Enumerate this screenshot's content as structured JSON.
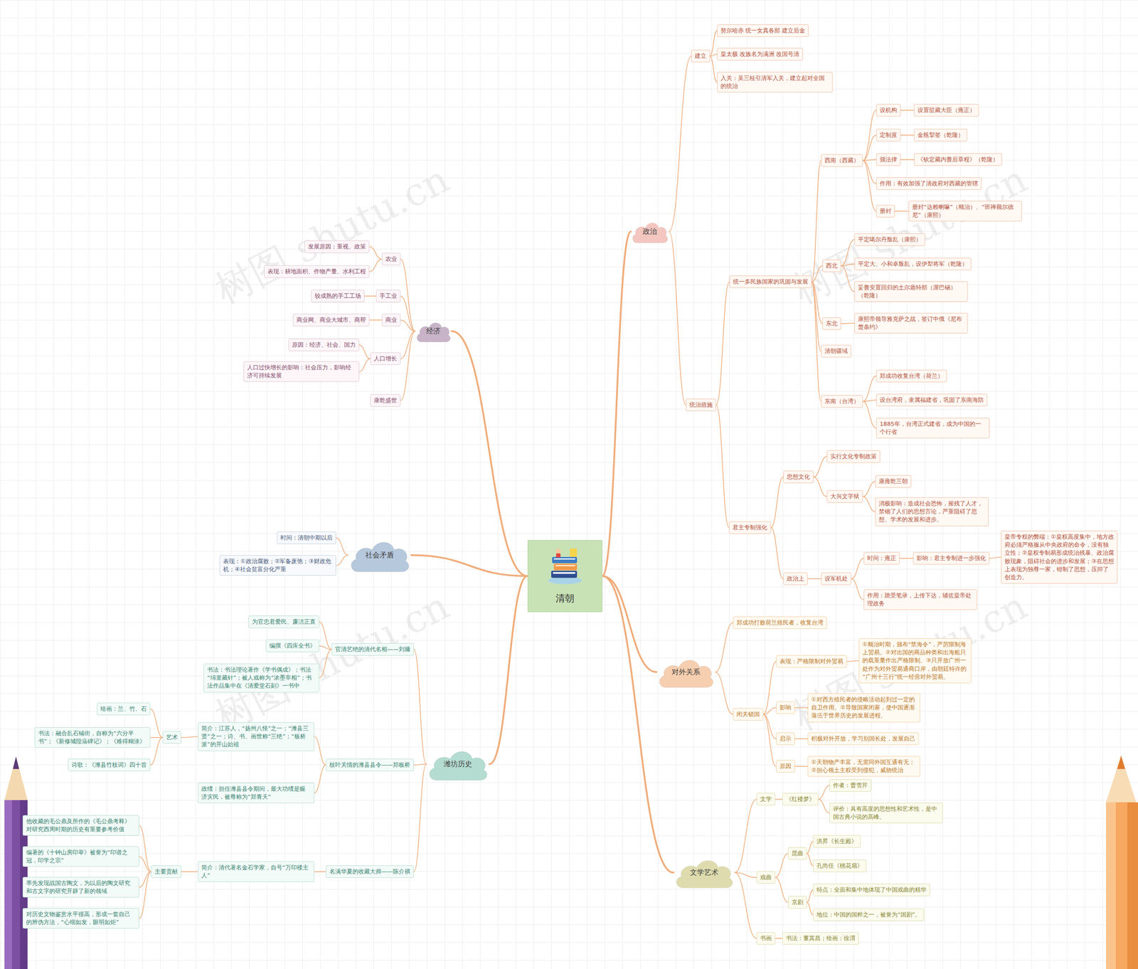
{
  "diagram": {
    "nodes": [
      {
        "text": [
          "清朝"
        ]
      },
      {
        "text": [
          "政治"
        ]
      },
      {
        "text": [
          "建立"
        ]
      },
      {
        "text": [
          "努尔哈赤 统一女真各部 建立后金"
        ]
      },
      {
        "text": [
          "皇太极 改族名为满洲 改国号清"
        ]
      },
      {
        "text": [
          "入关：吴三桂引清军入关，建立起对全国的统治"
        ]
      },
      {
        "text": [
          "统治措施"
        ]
      },
      {
        "text": [
          "统一多民族国家的巩固与发展"
        ]
      },
      {
        "text": [
          "西南（西藏）"
        ]
      },
      {
        "text": [
          "设机构"
        ]
      },
      {
        "text": [
          "设置驻藏大臣（雍正）"
        ]
      },
      {
        "text": [
          "定制度"
        ]
      },
      {
        "text": [
          "金瓶掣签（乾隆）"
        ]
      },
      {
        "text": [
          "颁法律"
        ]
      },
      {
        "text": [
          "《钦定藏内善后章程》（乾隆）"
        ]
      },
      {
        "text": [
          "作用：有效加强了清政府对西藏的管辖"
        ]
      },
      {
        "text": [
          "册封"
        ]
      },
      {
        "text": [
          "册封“达赖喇嘛”（顺治）、“班禅额尔德尼”（康熙）"
        ]
      },
      {
        "text": [
          "西北"
        ]
      },
      {
        "text": [
          "平定噶尔丹叛乱（康熙）"
        ]
      },
      {
        "text": [
          "平定大、小和卓叛乱，设伊犁将军（乾隆）"
        ]
      },
      {
        "text": [
          "妥善安置回归的土尔扈特部（渥巴锡）（乾隆）"
        ]
      },
      {
        "text": [
          "东北"
        ]
      },
      {
        "text": [
          "康熙帝领导雅克萨之战，签订中俄《尼布楚条约》"
        ]
      },
      {
        "text": [
          "清朝疆域"
        ]
      },
      {
        "text": [
          "东南（台湾）"
        ]
      },
      {
        "text": [
          "郑成功收复台湾（荷兰）"
        ]
      },
      {
        "text": [
          "设台湾府，隶属福建省，巩固了东南海防"
        ]
      },
      {
        "text": [
          "1885年，台湾正式建省，成为中国的一个行省"
        ]
      },
      {
        "text": [
          "君主专制强化"
        ]
      },
      {
        "text": [
          "思想文化"
        ]
      },
      {
        "text": [
          "实行文化专制政策"
        ]
      },
      {
        "text": [
          "大兴文字狱"
        ]
      },
      {
        "text": [
          "康雍乾三朝"
        ]
      },
      {
        "text": [
          "消极影响：造成社会恐怖，摧残了人才，禁锢了人们的思想言论，严重阻碍了思想、学术的发展和进步。"
        ]
      },
      {
        "text": [
          "政治上"
        ]
      },
      {
        "text": [
          "设军机处"
        ]
      },
      {
        "text": [
          "时间：雍正"
        ]
      },
      {
        "text": [
          "影响：君主专制进一步强化"
        ]
      },
      {
        "text": [
          "皇帝专权的弊端：①皇权高度集中，地方政府必须严格服从中央政府的命令，没有独立性；②皇权专制易形成统治残暴、政治腐败现象，阻碍社会的进步和发展；③在思想上表现为独尊一家，钳制了思想，压抑了创造力。"
        ]
      },
      {
        "text": [
          "作用：跪受笔录，上传下达，辅佐皇帝处理政务"
        ]
      },
      {
        "text": [
          "对外关系"
        ]
      },
      {
        "text": [
          "郑成功打败荷兰殖民者，收复台湾"
        ]
      },
      {
        "text": [
          "闭关锁国"
        ]
      },
      {
        "text": [
          "表现：严格限制对外贸易"
        ]
      },
      {
        "text": [
          "①顺治时期，颁布“禁海令”，严厉限制海上贸易。②对出国的商品种类和出海船只的载重量作出严格限制。③只开放广州一处作为对外贸易通商口岸，由朝廷特许的“广州十三行”统一经营对外贸易。"
        ]
      },
      {
        "text": [
          "影响"
        ]
      },
      {
        "text": [
          "①对西方殖民者的侵略活动起到过一定的自卫作用。②导致国家闭塞，使中国逐渐落伍于世界历史的发展进程。"
        ]
      },
      {
        "text": [
          "启示"
        ]
      },
      {
        "text": [
          "积极对外开放，学习别国长处，发展自己"
        ]
      },
      {
        "text": [
          "原因"
        ]
      },
      {
        "text": [
          "①天朝物产丰富，无需同外国互通有无；②担心领土主权受到侵犯，威胁统治"
        ]
      },
      {
        "text": [
          "文学艺术"
        ]
      },
      {
        "text": [
          "文学"
        ]
      },
      {
        "text": [
          "《红楼梦》"
        ]
      },
      {
        "text": [
          "作者：曹雪芹"
        ]
      },
      {
        "text": [
          "评价：具有高度的思想性和艺术性，是中国古典小说的高峰。"
        ]
      },
      {
        "text": [
          "戏曲"
        ]
      },
      {
        "text": [
          "昆曲"
        ]
      },
      {
        "text": [
          "洪昇《长生殿》"
        ]
      },
      {
        "text": [
          "孔尚任《桃花扇》"
        ]
      },
      {
        "text": [
          "京剧"
        ]
      },
      {
        "text": [
          "特点：全面和集中地体现了中国戏曲的精华"
        ]
      },
      {
        "text": [
          "地位：中国的国粹之一，被誉为“国剧”。"
        ]
      },
      {
        "text": [
          "书画"
        ]
      },
      {
        "text": [
          "书法：董其昌；绘画：徐渭"
        ]
      },
      {
        "text": [
          "经济"
        ]
      },
      {
        "text": [
          "农业"
        ]
      },
      {
        "text": [
          "发展原因：重视、政策"
        ]
      },
      {
        "text": [
          "表现：耕地面积、作物产量、水利工程"
        ]
      },
      {
        "text": [
          "手工业"
        ]
      },
      {
        "text": [
          "较成熟的手工工场"
        ]
      },
      {
        "text": [
          "商业"
        ]
      },
      {
        "text": [
          "商业网、商业大城市、商帮"
        ]
      },
      {
        "text": [
          "人口增长"
        ]
      },
      {
        "text": [
          "原因：经济、社会、国力"
        ]
      },
      {
        "text": [
          "人口过快增长的影响：社会压力，影响经济可持续发展"
        ]
      },
      {
        "text": [
          "康乾盛世"
        ]
      },
      {
        "text": [
          "社会矛盾"
        ]
      },
      {
        "text": [
          "时间：清朝中期以后"
        ]
      },
      {
        "text": [
          "表现：①政治腐败；②军备废弛；③财政危机；④社会贫富分化严重"
        ]
      },
      {
        "text": [
          "潍坊历史"
        ]
      },
      {
        "text": [
          "官清艺绝的清代名相——刘墉"
        ]
      },
      {
        "text": [
          "为官忠君爱民、廉洁正直"
        ]
      },
      {
        "text": [
          "编撰《四库全书》"
        ]
      },
      {
        "text": [
          "书法：书法理论著作《学书偶成》；书法“绵里藏针”；被人戏称为“浓墨宰相”；书法作品集中在《清爱堂石刻》一书中"
        ]
      },
      {
        "text": [
          "枝叶关情的潍县县令——郑板桥"
        ]
      },
      {
        "text": [
          "简介：江苏人，“扬州八怪”之一；“潍县三贤”之一；诗、书、画世称“三绝”；“板桥派”的开山始祖"
        ]
      },
      {
        "text": [
          "艺术"
        ]
      },
      {
        "text": [
          "绘画：兰、竹、石"
        ]
      },
      {
        "text": [
          "书法：融合乱石铺街，自称为“六分半书”；《新修城隍庙碑记》；《难得糊涂》"
        ]
      },
      {
        "text": [
          "诗歌：《潍县竹枝词》四十首"
        ]
      },
      {
        "text": [
          "政绩：担任潍县县令期间，最大功绩是赈济灾民，被尊称为“郑青天”"
        ]
      },
      {
        "text": [
          "名满华夏的收藏大师——陈介祺"
        ]
      },
      {
        "text": [
          "简介：清代著名金石学家，自号“万印楼主人”"
        ]
      },
      {
        "text": [
          "主要贡献"
        ]
      },
      {
        "text": [
          "他收藏的毛公鼎及所作的《毛公鼎考释》对研究西周时期的历史有重要参考价值"
        ]
      },
      {
        "text": [
          "编著的《十钟山房印举》被誉为“印谱之冠，印学之宗”"
        ]
      },
      {
        "text": [
          "率先发现战国古陶文，为以后的陶文研究和古文字的研究开辟了新的领域"
        ]
      },
      {
        "text": [
          "对历史文物鉴赏水平很高，形成一套自己的辨伪方法，“心细如发，眼明如炬”"
        ]
      }
    ],
    "edges": [
      {
        "from": 0,
        "to": 1,
        "arrow": "none"
      },
      {
        "from": 1,
        "to": 2,
        "arrow": "none"
      },
      {
        "from": 2,
        "to": 3,
        "arrow": "none"
      },
      {
        "from": 2,
        "to": 4,
        "arrow": "none"
      },
      {
        "from": 2,
        "to": 5,
        "arrow": "none"
      },
      {
        "from": 1,
        "to": 6,
        "arrow": "none"
      },
      {
        "from": 6,
        "to": 7,
        "arrow": "none"
      },
      {
        "from": 7,
        "to": 8,
        "arrow": "none"
      },
      {
        "from": 8,
        "to": 9,
        "arrow": "none"
      },
      {
        "from": 9,
        "to": 10,
        "arrow": "none"
      },
      {
        "from": 8,
        "to": 11,
        "arrow": "none"
      },
      {
        "from": 11,
        "to": 12,
        "arrow": "none"
      },
      {
        "from": 8,
        "to": 13,
        "arrow": "none"
      },
      {
        "from": 13,
        "to": 14,
        "arrow": "none"
      },
      {
        "from": 8,
        "to": 15,
        "arrow": "none"
      },
      {
        "from": 8,
        "to": 16,
        "arrow": "none"
      },
      {
        "from": 16,
        "to": 17,
        "arrow": "none"
      },
      {
        "from": 7,
        "to": 18,
        "arrow": "none"
      },
      {
        "from": 18,
        "to": 19,
        "arrow": "none"
      },
      {
        "from": 18,
        "to": 20,
        "arrow": "none"
      },
      {
        "from": 18,
        "to": 21,
        "arrow": "none"
      },
      {
        "from": 7,
        "to": 22,
        "arrow": "none"
      },
      {
        "from": 22,
        "to": 23,
        "arrow": "none"
      },
      {
        "from": 7,
        "to": 24,
        "arrow": "none"
      },
      {
        "from": 7,
        "to": 25,
        "arrow": "none"
      },
      {
        "from": 25,
        "to": 26,
        "arrow": "none"
      },
      {
        "from": 25,
        "to": 27,
        "arrow": "none"
      },
      {
        "from": 25,
        "to": 28,
        "arrow": "none"
      },
      {
        "from": 6,
        "to": 29,
        "arrow": "none"
      },
      {
        "from": 29,
        "to": 30,
        "arrow": "none"
      },
      {
        "from": 30,
        "to": 31,
        "arrow": "none"
      },
      {
        "from": 30,
        "to": 32,
        "arrow": "none"
      },
      {
        "from": 32,
        "to": 33,
        "arrow": "none"
      },
      {
        "from": 32,
        "to": 34,
        "arrow": "none"
      },
      {
        "from": 29,
        "to": 35,
        "arrow": "none"
      },
      {
        "from": 35,
        "to": 36,
        "arrow": "none"
      },
      {
        "from": 36,
        "to": 37,
        "arrow": "none"
      },
      {
        "from": 37,
        "to": 38,
        "arrow": "none"
      },
      {
        "from": 38,
        "to": 39,
        "arrow": "none"
      },
      {
        "from": 36,
        "to": 40,
        "arrow": "none"
      },
      {
        "from": 0,
        "to": 41,
        "arrow": "none"
      },
      {
        "from": 41,
        "to": 42,
        "arrow": "none"
      },
      {
        "from": 41,
        "to": 43,
        "arrow": "none"
      },
      {
        "from": 43,
        "to": 44,
        "arrow": "none"
      },
      {
        "from": 44,
        "to": 45,
        "arrow": "none"
      },
      {
        "from": 43,
        "to": 46,
        "arrow": "none"
      },
      {
        "from": 46,
        "to": 47,
        "arrow": "none"
      },
      {
        "from": 43,
        "to": 48,
        "arrow": "none"
      },
      {
        "from": 48,
        "to": 49,
        "arrow": "none"
      },
      {
        "from": 43,
        "to": 50,
        "arrow": "none"
      },
      {
        "from": 50,
        "to": 51,
        "arrow": "none"
      },
      {
        "from": 0,
        "to": 52,
        "arrow": "none"
      },
      {
        "from": 52,
        "to": 53,
        "arrow": "none"
      },
      {
        "from": 53,
        "to": 54,
        "arrow": "none"
      },
      {
        "from": 54,
        "to": 55,
        "arrow": "none"
      },
      {
        "from": 54,
        "to": 56,
        "arrow": "none"
      },
      {
        "from": 52,
        "to": 57,
        "arrow": "none"
      },
      {
        "from": 57,
        "to": 58,
        "arrow": "none"
      },
      {
        "from": 58,
        "to": 59,
        "arrow": "none"
      },
      {
        "from": 58,
        "to": 60,
        "arrow": "none"
      },
      {
        "from": 57,
        "to": 61,
        "arrow": "none"
      },
      {
        "from": 61,
        "to": 62,
        "arrow": "none"
      },
      {
        "from": 61,
        "to": 63,
        "arrow": "none"
      },
      {
        "from": 52,
        "to": 64,
        "arrow": "none"
      },
      {
        "from": 64,
        "to": 65,
        "arrow": "none"
      },
      {
        "from": 0,
        "to": 66,
        "arrow": "none"
      },
      {
        "from": 66,
        "to": 67,
        "arrow": "none"
      },
      {
        "from": 67,
        "to": 68,
        "arrow": "none"
      },
      {
        "from": 67,
        "to": 69,
        "arrow": "none"
      },
      {
        "from": 66,
        "to": 70,
        "arrow": "none"
      },
      {
        "from": 70,
        "to": 71,
        "arrow": "none"
      },
      {
        "from": 66,
        "to": 72,
        "arrow": "none"
      },
      {
        "from": 72,
        "to": 73,
        "arrow": "none"
      },
      {
        "from": 66,
        "to": 74,
        "arrow": "none"
      },
      {
        "from": 74,
        "to": 75,
        "arrow": "none"
      },
      {
        "from": 74,
        "to": 76,
        "arrow": "none"
      },
      {
        "from": 66,
        "to": 77,
        "arrow": "none"
      },
      {
        "from": 0,
        "to": 78,
        "arrow": "none"
      },
      {
        "from": 78,
        "to": 79,
        "arrow": "none"
      },
      {
        "from": 78,
        "to": 80,
        "arrow": "none"
      },
      {
        "from": 0,
        "to": 81,
        "arrow": "none"
      },
      {
        "from": 81,
        "to": 82,
        "arrow": "none"
      },
      {
        "from": 82,
        "to": 83,
        "arrow": "none"
      },
      {
        "from": 82,
        "to": 84,
        "arrow": "none"
      },
      {
        "from": 82,
        "to": 85,
        "arrow": "none"
      },
      {
        "from": 81,
        "to": 86,
        "arrow": "none"
      },
      {
        "from": 86,
        "to": 87,
        "arrow": "none"
      },
      {
        "from": 87,
        "to": 88,
        "arrow": "none"
      },
      {
        "from": 88,
        "to": 89,
        "arrow": "none"
      },
      {
        "from": 88,
        "to": 90,
        "arrow": "none"
      },
      {
        "from": 88,
        "to": 91,
        "arrow": "none"
      },
      {
        "from": 86,
        "to": 92,
        "arrow": "none"
      },
      {
        "from": 81,
        "to": 93,
        "arrow": "none"
      },
      {
        "from": 93,
        "to": 94,
        "arrow": "none"
      },
      {
        "from": 94,
        "to": 95,
        "arrow": "none"
      },
      {
        "from": 95,
        "to": 96,
        "arrow": "none"
      },
      {
        "from": 95,
        "to": 97,
        "arrow": "none"
      },
      {
        "from": 95,
        "to": 98,
        "arrow": "none"
      },
      {
        "from": 95,
        "to": 99,
        "arrow": "none"
      }
    ],
    "labels": [
      "树图 shutu.cn",
      "树图 shutu.cn",
      "树图 shutu.cn",
      "树图 shutu.cn"
    ]
  }
}
